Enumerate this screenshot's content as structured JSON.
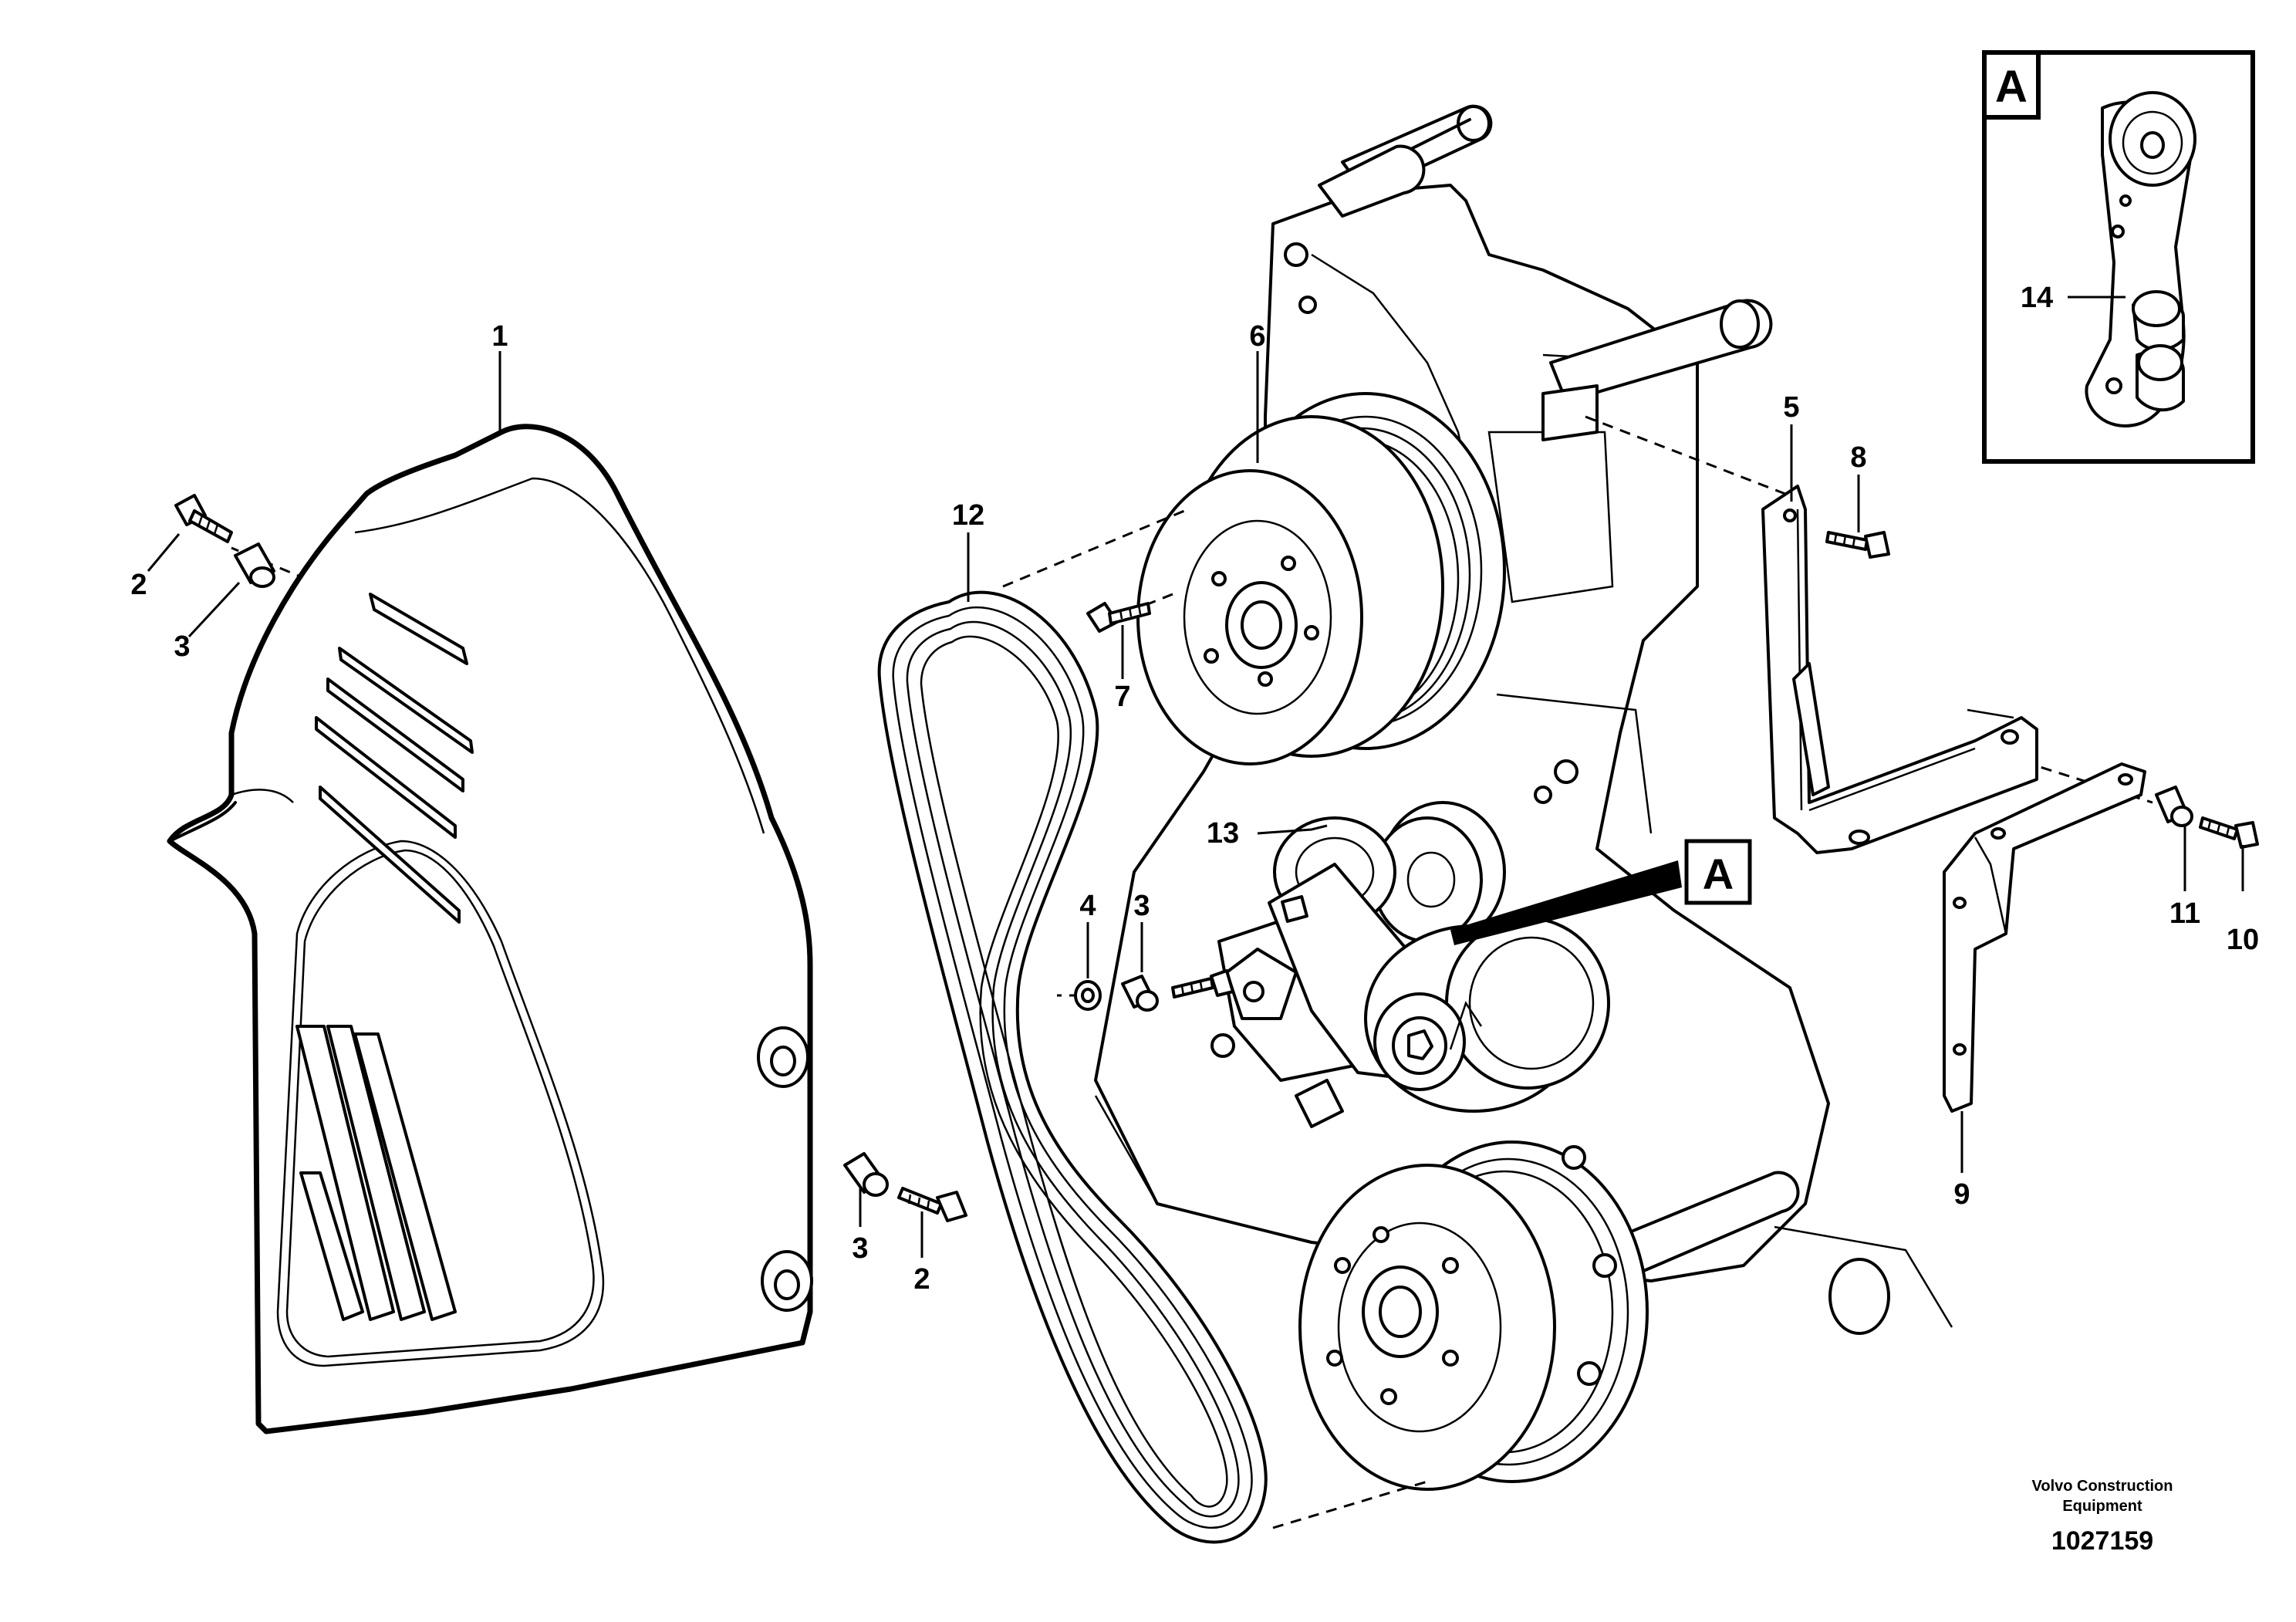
{
  "callouts": {
    "c1": "1",
    "c2a": "2",
    "c3a": "3",
    "c3b": "3",
    "c2b": "2",
    "c12": "12",
    "c6": "6",
    "c7": "7",
    "c13": "13",
    "c4": "4",
    "c3c": "3",
    "c5": "5",
    "c8": "8",
    "c9": "9",
    "c11": "11",
    "c10": "10",
    "c14": "14"
  },
  "detail": {
    "view_label": "A",
    "ref_label": "A"
  },
  "watermark": {
    "line1": "Volvo Construction",
    "line2": "Equipment",
    "number": "1027159"
  }
}
